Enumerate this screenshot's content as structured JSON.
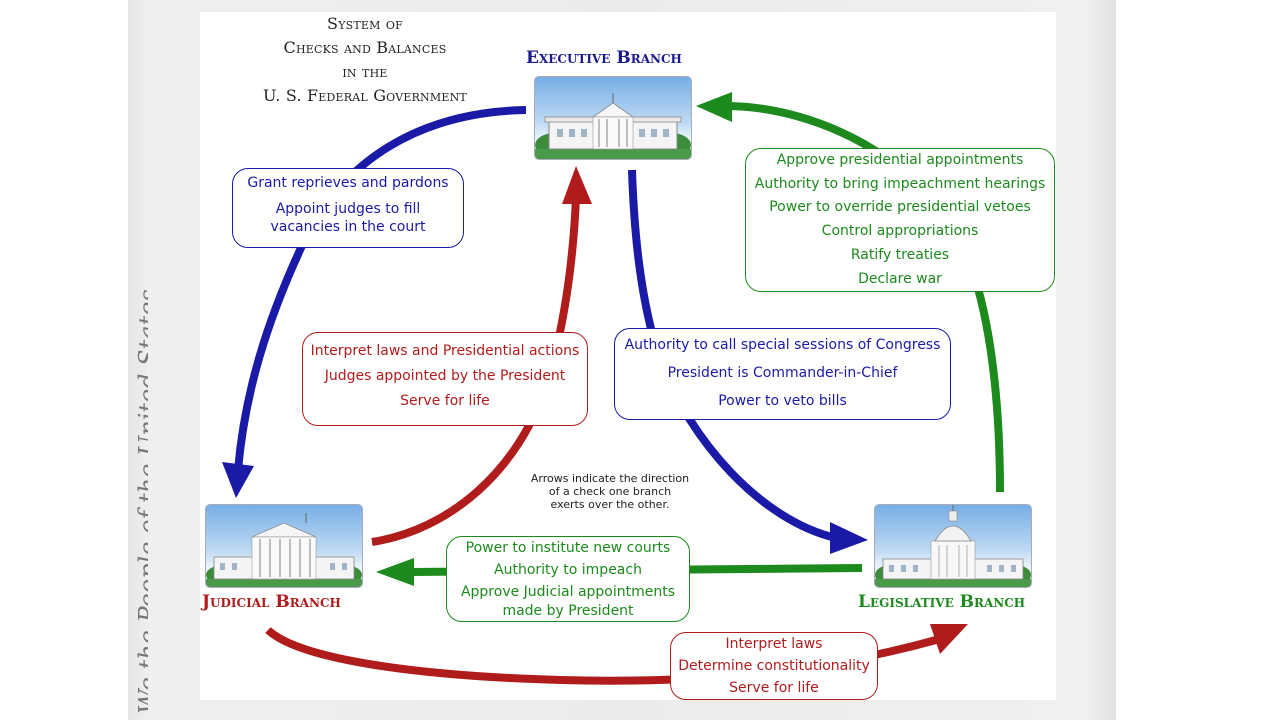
{
  "title_lines": [
    "System of",
    "Checks and Balances",
    "in the",
    "U. S. Federal Government"
  ],
  "background_script": "We the People of the United States",
  "branches": {
    "executive": "Executive Branch",
    "judicial": "Judicial Branch",
    "legislative": "Legislative Branch"
  },
  "exec_to_judicial": [
    "Grant reprieves and pardons",
    "Appoint judges to fill",
    "vacancies in the court"
  ],
  "judicial_to_exec": [
    "Interpret laws and Presidential actions",
    "Judges appointed by the President",
    "Serve for life"
  ],
  "exec_to_legislative": [
    "Authority to call special sessions of Congress",
    "President is Commander-in-Chief",
    "Power to veto bills"
  ],
  "legislative_to_exec": [
    "Approve presidential appointments",
    "Authority to bring impeachment hearings",
    "Power to override presidential vetoes",
    "Control appropriations",
    "Ratify treaties",
    "Declare war"
  ],
  "legislative_to_judicial": [
    "Power to institute new courts",
    "Authority to impeach",
    "Approve Judicial appointments",
    "made by President"
  ],
  "judicial_to_legislative": [
    "Interpret laws",
    "Determine constitutionality",
    "Serve for life"
  ],
  "note_lines": [
    "Arrows indicate the direction",
    "of a check one branch",
    "exerts over the other."
  ],
  "colors": {
    "blue": "#1a1aa6",
    "red": "#b01c1c",
    "green": "#1c8a1c",
    "dark_blue": "#1a1a8c"
  }
}
